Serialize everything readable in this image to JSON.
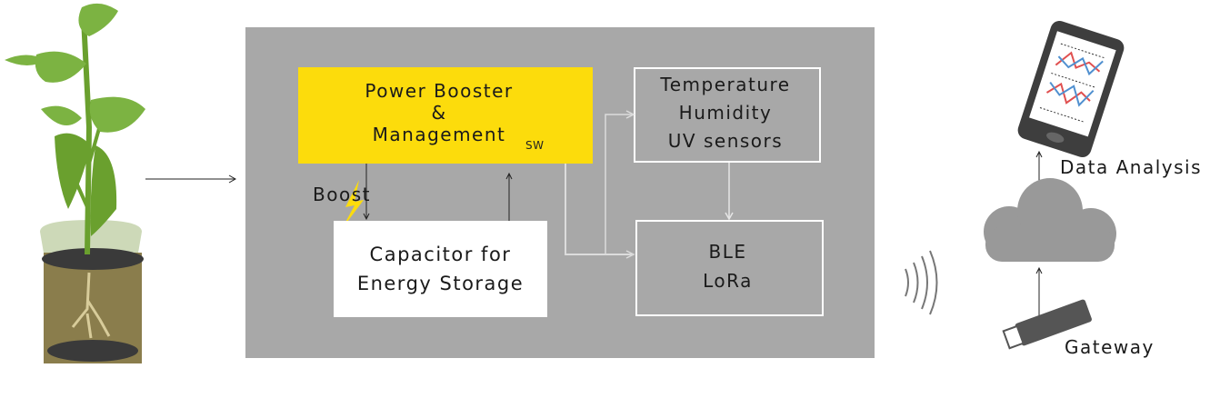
{
  "power_booster": {
    "line1": "Power Booster",
    "line2": "&",
    "line3": "Management"
  },
  "switch_label": "SW",
  "boost_label": "Boost",
  "capacitor": {
    "line1": "Capacitor for",
    "line2": "Energy Storage"
  },
  "sensors": {
    "line1": "Temperature",
    "line2": "Humidity",
    "line3": "UV sensors"
  },
  "radio": {
    "line1": "BLE",
    "line2": "LoRa"
  },
  "data_analysis_label": "Data Analysis",
  "gateway_label": "Gateway",
  "colors": {
    "panel": "#a8a8a8",
    "booster": "#fcdc0c",
    "plant": "#7cb342",
    "icon_gray": "#999999"
  }
}
